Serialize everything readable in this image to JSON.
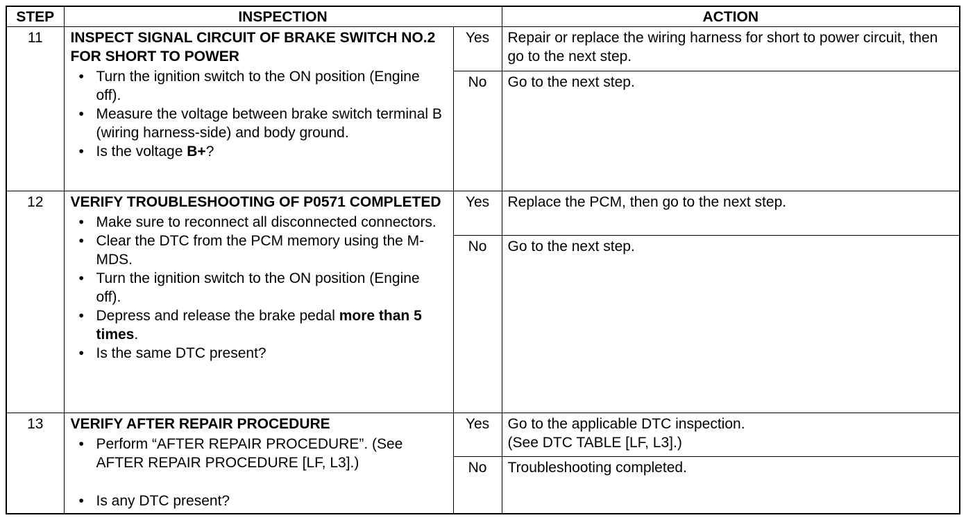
{
  "headers": {
    "step": "STEP",
    "inspection": "INSPECTION",
    "action": "ACTION"
  },
  "rows": [
    {
      "step": "11",
      "title": "INSPECT SIGNAL CIRCUIT OF BRAKE SWITCH NO.2 FOR SHORT TO POWER",
      "bullets": [
        {
          "text": "Turn the ignition switch to the ON position (Engine off)."
        },
        {
          "text": "Measure the voltage between brake switch terminal B (wiring harness-side) and body ground."
        },
        {
          "text": "Is the voltage ",
          "bold": "B+",
          "after": "?"
        }
      ],
      "yes_label": "Yes",
      "yes_action": "Repair or replace the wiring harness for short to power circuit, then go to the next step.",
      "no_label": "No",
      "no_action": "Go to the next step."
    },
    {
      "step": "12",
      "title": "VERIFY TROUBLESHOOTING OF P0571 COMPLETED",
      "bullets": [
        {
          "text": "Make sure to reconnect all disconnected connectors."
        },
        {
          "text": "Clear the DTC from the PCM memory using the M-MDS."
        },
        {
          "text": "Turn the ignition switch to the ON position (Engine off)."
        },
        {
          "text": "Depress and release the brake pedal ",
          "bold": "more than 5 times",
          "after": "."
        },
        {
          "text": "Is the same DTC present?"
        }
      ],
      "yes_label": "Yes",
      "yes_action": "Replace the PCM, then go to the next step.",
      "no_label": "No",
      "no_action": "Go to the next step."
    },
    {
      "step": "13",
      "title": "VERIFY AFTER REPAIR PROCEDURE",
      "bullets": [
        {
          "text": "Perform “AFTER REPAIR PROCEDURE”. (See AFTER REPAIR PROCEDURE [LF, L3].)"
        },
        {
          "text": "Is any DTC present?"
        }
      ],
      "yes_label": "Yes",
      "yes_action_line1": "Go to the applicable DTC inspection.",
      "yes_action_line2": "(See DTC TABLE [LF, L3].)",
      "no_label": "No",
      "no_action": "Troubleshooting completed."
    }
  ]
}
